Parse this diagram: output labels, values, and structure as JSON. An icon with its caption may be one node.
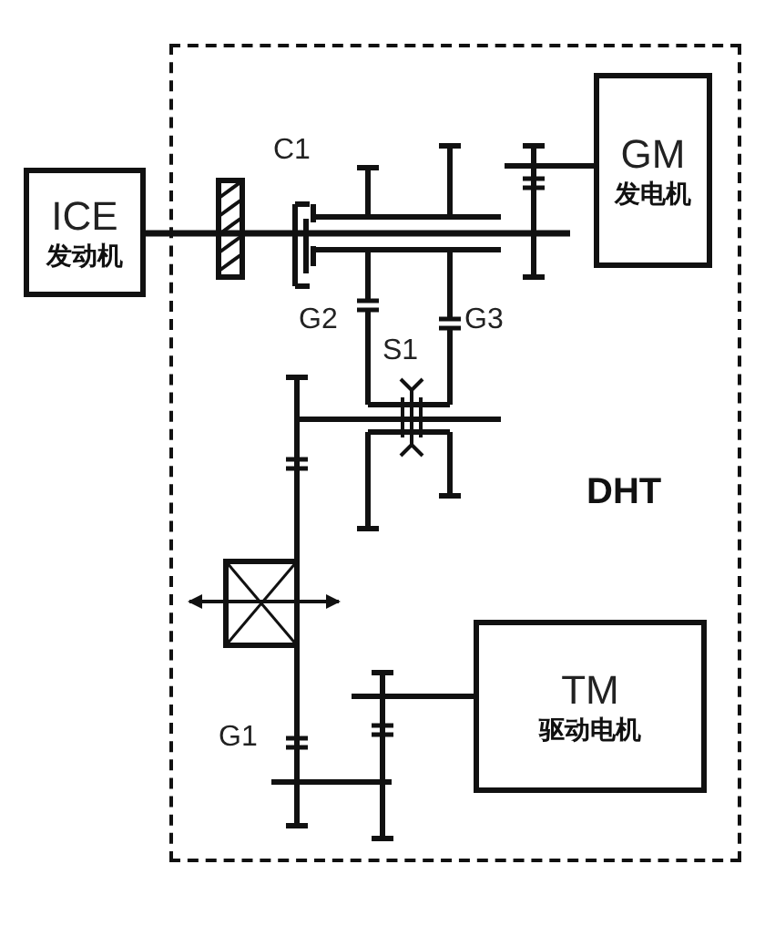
{
  "diagram": {
    "nodes": [
      {
        "text": [
          "ICE",
          "发动机"
        ]
      },
      {
        "text": [
          "DHT"
        ]
      },
      {
        "text": [
          "GM",
          "发电机"
        ],
        "in": 1
      },
      {
        "text": [
          "TM",
          "驱动电机"
        ],
        "in": 1
      }
    ],
    "labels": [
      "C1",
      "G2",
      "G3",
      "S1",
      "G1"
    ]
  }
}
